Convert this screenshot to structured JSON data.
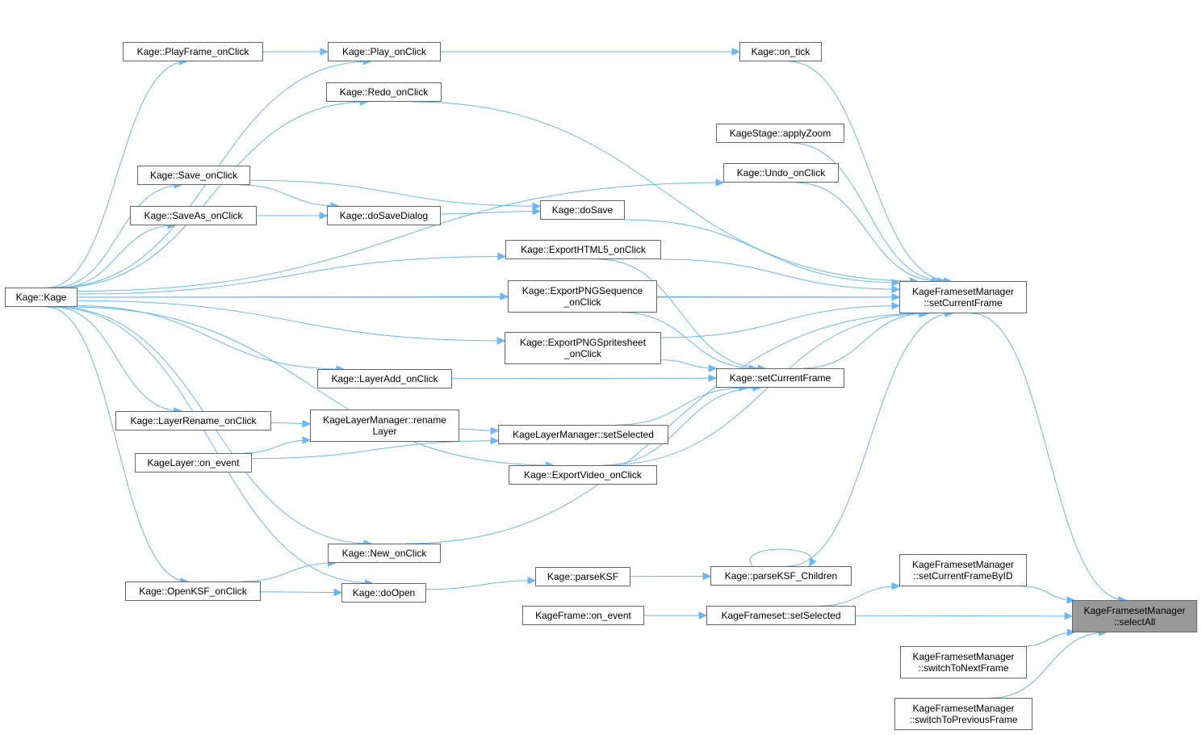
{
  "diagram": {
    "edge_color": "#63b8ff",
    "node_border_color": "#666666",
    "focus_fill_color": "#999999",
    "nodes": [
      {
        "id": "kage",
        "lines": [
          "Kage::Kage"
        ]
      },
      {
        "id": "playframe",
        "lines": [
          "Kage::PlayFrame_onClick"
        ]
      },
      {
        "id": "play",
        "lines": [
          "Kage::Play_onClick"
        ]
      },
      {
        "id": "ontick",
        "lines": [
          "Kage::on_tick"
        ]
      },
      {
        "id": "redo",
        "lines": [
          "Kage::Redo_onClick"
        ]
      },
      {
        "id": "applyzoom",
        "lines": [
          "KageStage::applyZoom"
        ]
      },
      {
        "id": "save",
        "lines": [
          "Kage::Save_onClick"
        ]
      },
      {
        "id": "undo",
        "lines": [
          "Kage::Undo_onClick"
        ]
      },
      {
        "id": "saveas",
        "lines": [
          "Kage::SaveAs_onClick"
        ]
      },
      {
        "id": "dosavedialog",
        "lines": [
          "Kage::doSaveDialog"
        ]
      },
      {
        "id": "dosave",
        "lines": [
          "Kage::doSave"
        ]
      },
      {
        "id": "exporthtml5",
        "lines": [
          "Kage::ExportHTML5_onClick"
        ]
      },
      {
        "id": "exportpngseq",
        "lines": [
          "Kage::ExportPNGSequence",
          "_onClick"
        ]
      },
      {
        "id": "kfm_setcurrent",
        "lines": [
          "KageFramesetManager",
          "::setCurrentFrame"
        ]
      },
      {
        "id": "exportpngsprite",
        "lines": [
          "Kage::ExportPNGSpritesheet",
          "_onClick"
        ]
      },
      {
        "id": "layeradd",
        "lines": [
          "Kage::LayerAdd_onClick"
        ]
      },
      {
        "id": "k_setcurrent",
        "lines": [
          "Kage::setCurrentFrame"
        ]
      },
      {
        "id": "layerrename",
        "lines": [
          "Kage::LayerRename_onClick"
        ]
      },
      {
        "id": "renamelayer",
        "lines": [
          "KageLayerManager::rename",
          "Layer"
        ]
      },
      {
        "id": "klm_setselected",
        "lines": [
          "KageLayerManager::setSelected"
        ]
      },
      {
        "id": "layer_onevent",
        "lines": [
          "KageLayer::on_event"
        ]
      },
      {
        "id": "exportvideo",
        "lines": [
          "Kage::ExportVideo_onClick"
        ]
      },
      {
        "id": "new",
        "lines": [
          "Kage::New_onClick"
        ]
      },
      {
        "id": "parseksf_children",
        "lines": [
          "Kage::parseKSF_Children"
        ]
      },
      {
        "id": "kfm_setbyid",
        "lines": [
          "KageFramesetManager",
          "::setCurrentFrameByID"
        ]
      },
      {
        "id": "openksf",
        "lines": [
          "Kage::OpenKSF_onClick"
        ]
      },
      {
        "id": "doopen",
        "lines": [
          "Kage::doOpen"
        ]
      },
      {
        "id": "parseksf",
        "lines": [
          "Kage::parseKSF"
        ]
      },
      {
        "id": "selectall",
        "lines": [
          "KageFramesetManager",
          "::selectAll"
        ],
        "focus": true
      },
      {
        "id": "frame_onevent",
        "lines": [
          "KageFrame::on_event"
        ]
      },
      {
        "id": "frameset_setselected",
        "lines": [
          "KageFrameset::setSelected"
        ]
      },
      {
        "id": "switchnext",
        "lines": [
          "KageFramesetManager",
          "::switchToNextFrame"
        ]
      },
      {
        "id": "switchprev",
        "lines": [
          "KageFramesetManager",
          "::switchToPreviousFrame"
        ]
      }
    ],
    "edges": [
      [
        "kage",
        "playframe"
      ],
      [
        "kage",
        "play"
      ],
      [
        "kage",
        "redo"
      ],
      [
        "kage",
        "save"
      ],
      [
        "kage",
        "undo"
      ],
      [
        "kage",
        "saveas"
      ],
      [
        "kage",
        "exporthtml5"
      ],
      [
        "kage",
        "exportpngseq"
      ],
      [
        "kage",
        "exportpngsprite"
      ],
      [
        "kage",
        "layeradd"
      ],
      [
        "kage",
        "layerrename"
      ],
      [
        "kage",
        "exportvideo"
      ],
      [
        "kage",
        "new"
      ],
      [
        "kage",
        "openksf"
      ],
      [
        "kage",
        "doopen"
      ],
      [
        "kage",
        "kfm_setcurrent"
      ],
      [
        "playframe",
        "play"
      ],
      [
        "play",
        "ontick"
      ],
      [
        "ontick",
        "kfm_setcurrent"
      ],
      [
        "redo",
        "kfm_setcurrent"
      ],
      [
        "applyzoom",
        "kfm_setcurrent"
      ],
      [
        "undo",
        "kfm_setcurrent"
      ],
      [
        "save",
        "dosavedialog"
      ],
      [
        "save",
        "dosave"
      ],
      [
        "saveas",
        "dosavedialog"
      ],
      [
        "dosavedialog",
        "dosave"
      ],
      [
        "dosave",
        "kfm_setcurrent"
      ],
      [
        "exporthtml5",
        "kfm_setcurrent"
      ],
      [
        "exporthtml5",
        "k_setcurrent"
      ],
      [
        "exportpngseq",
        "kfm_setcurrent"
      ],
      [
        "exportpngseq",
        "k_setcurrent"
      ],
      [
        "exportpngsprite",
        "kfm_setcurrent"
      ],
      [
        "exportpngsprite",
        "k_setcurrent"
      ],
      [
        "layeradd",
        "k_setcurrent"
      ],
      [
        "k_setcurrent",
        "kfm_setcurrent"
      ],
      [
        "layerrename",
        "renamelayer"
      ],
      [
        "layer_onevent",
        "renamelayer"
      ],
      [
        "layer_onevent",
        "klm_setselected"
      ],
      [
        "renamelayer",
        "klm_setselected"
      ],
      [
        "klm_setselected",
        "k_setcurrent"
      ],
      [
        "exportvideo",
        "k_setcurrent"
      ],
      [
        "exportvideo",
        "kfm_setcurrent"
      ],
      [
        "new",
        "kfm_setcurrent"
      ],
      [
        "openksf",
        "new"
      ],
      [
        "openksf",
        "doopen"
      ],
      [
        "doopen",
        "parseksf"
      ],
      [
        "parseksf",
        "parseksf_children"
      ],
      [
        "parseksf_children",
        "parseksf_children"
      ],
      [
        "parseksf_children",
        "kfm_setcurrent"
      ],
      [
        "kfm_setcurrent",
        "selectall"
      ],
      [
        "kfm_setbyid",
        "selectall"
      ],
      [
        "frameset_setselected",
        "selectall"
      ],
      [
        "frameset_setselected",
        "kfm_setbyid"
      ],
      [
        "frame_onevent",
        "frameset_setselected"
      ],
      [
        "switchnext",
        "selectall"
      ],
      [
        "switchprev",
        "selectall"
      ]
    ]
  }
}
